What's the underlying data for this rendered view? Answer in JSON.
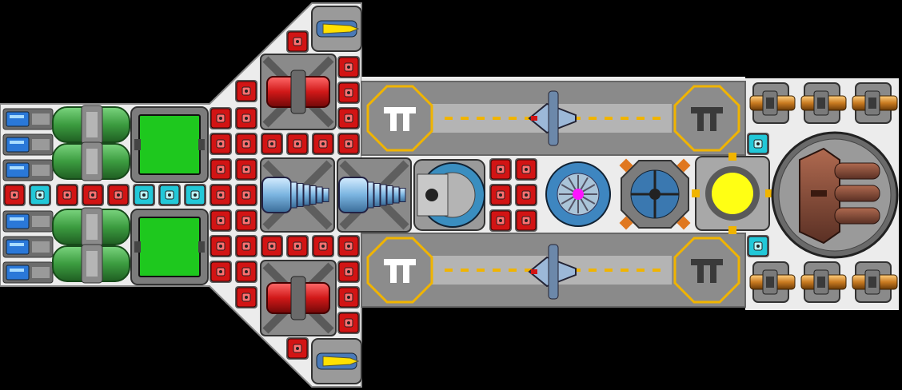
{
  "scene": {
    "background": "#000000",
    "hull_color": "#ececec",
    "hull_edge": "#8c8c8c"
  },
  "colors": {
    "armor_red": "#d21414",
    "armor_cyan": "#22c8d8",
    "reactor_green": "#1ec81e",
    "tank_green": "#3c9c40",
    "battery_blue": "#2a78d8",
    "pad_gray": "#9c9c9c",
    "pad_yellow": "#f0b400",
    "core_yellow": "#ffff14",
    "core_magenta": "#ff14ff",
    "copper": "#c87a20",
    "turret_brown": "#7a4a3a"
  },
  "modules": {
    "batteries": {
      "count": 6,
      "icon": "battery-icon"
    },
    "gas_tanks": {
      "count": 4,
      "icon": "tank-icon"
    },
    "reactors": {
      "count": 2,
      "icon": "reactor-icon"
    },
    "red_armor_blocks": {
      "icon": "armor-red-icon"
    },
    "cyan_armor_blocks": {
      "icon": "armor-cyan-icon"
    },
    "red_engines": {
      "count": 2,
      "icon": "engine-icon"
    },
    "railguns": {
      "count": 2,
      "icon": "railgun-icon"
    },
    "shield_projector": {
      "icon": "shield-icon"
    },
    "gyro_core": {
      "icon": "gyro-icon"
    },
    "sensor_array": {
      "icon": "sensor-icon"
    },
    "power_core": {
      "icon": "core-icon"
    },
    "main_turret": {
      "icon": "turret-icon"
    },
    "gatling_guns": {
      "count": 6,
      "icon": "gatling-icon"
    },
    "missile_pods": {
      "count": 2,
      "icon": "missile-icon"
    },
    "hangar_bays": {
      "count": 2,
      "icon": "hangar-icon"
    },
    "fighters": {
      "count": 2,
      "icon": "fighter-icon"
    }
  }
}
